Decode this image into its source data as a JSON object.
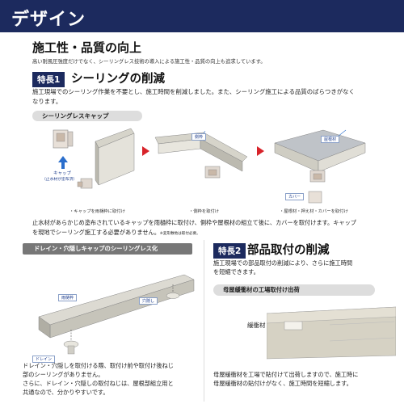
{
  "header": {
    "title": "デザイン"
  },
  "intro": {
    "heading": "施工性・品質の向上",
    "lead": "高い耐風圧強度だけでなく、シーリングレス技術の導入による施工性・品質の向上も追求しています。"
  },
  "feature1": {
    "badge": "特長1",
    "title": "シーリングの削減",
    "description": [
      "施工現場でのシーリング作業を不要とし、施工時間を削減しました。また、シーリング施工による品質のばらつきがなく",
      "なります。"
    ],
    "pill": "シーリングレスキャップ",
    "labels": {
      "cap": "キャップ",
      "cap_sub": "（止水材が塗布済）",
      "side_frame": "側枠",
      "roof_material": "屋根材",
      "cover": "カバー"
    },
    "captions": [
      "・キャップを雨樋枠に取付け",
      "・側枠を取付け",
      "・屋根材・押え材・カバーを取付け"
    ],
    "body": [
      "止水材があらかじめ塗布されているキャップを雨樋枠に取付け、側枠や屋根材の組立て後に、カバーを取付けます。キャップ",
      "を現地でシーリング施工する必要がありません。"
    ],
    "note": "※変形敷地は取付必要。"
  },
  "drain": {
    "pill": "ドレイン・穴隠しキャップのシーリングレス化",
    "labels": {
      "gutter_frame": "雨樋枠",
      "hole_cap": "穴隠し",
      "drain": "ドレイン"
    },
    "body": [
      "ドレイン・穴隠しを取付ける際、取付け前や取付け後ねじ",
      "部のシーリングがありません。",
      "さらに、ドレイン・穴隠しの取付ねじは、屋根部組立用と",
      "共通なので、分かりやすいです。"
    ]
  },
  "feature2": {
    "badge": "特長2",
    "title": "部品取付の削減",
    "description": [
      "施工現場での部品取付の削減により、さらに施工時間",
      "を短縮できます。"
    ],
    "pill": "母屋緩衝材の工場取付け出荷",
    "label": "緩衝材",
    "body": [
      "母屋緩衝材を工場で貼付けて出荷しますので、施工時に",
      "母屋緩衝材の貼付けがなく、施工時間を短縮します。"
    ]
  },
  "colors": {
    "navy": "#1c2a5e",
    "red": "#d8232a",
    "silver": "#c9c7bd"
  },
  "icons": {
    "arrow": "red-triangle-arrow",
    "up": "blue-up-arrow"
  }
}
